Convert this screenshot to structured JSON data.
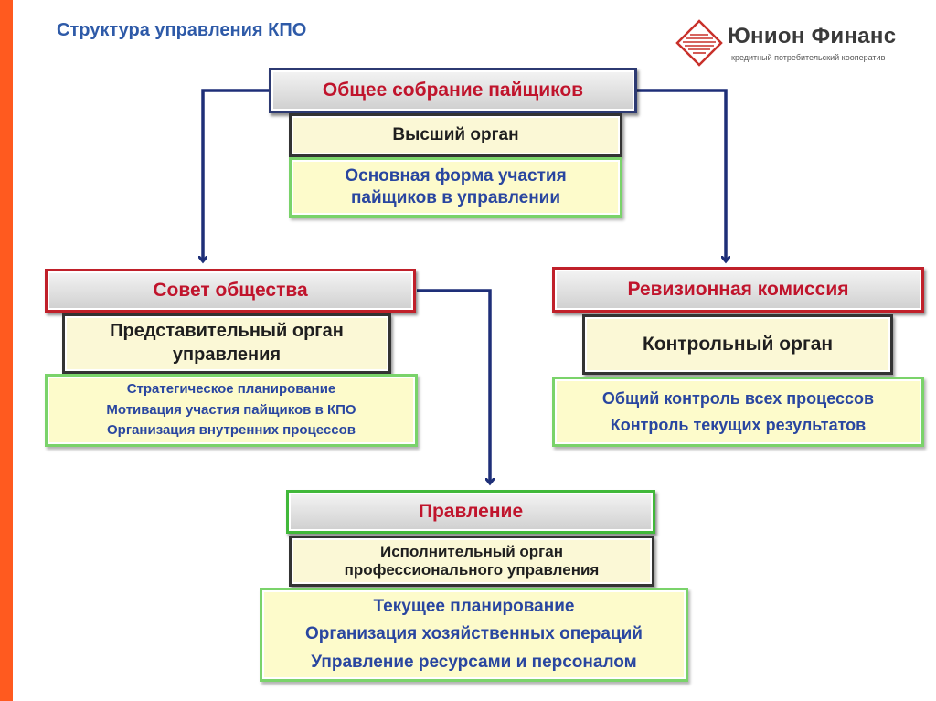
{
  "slide": {
    "title": "Структура управления КПО"
  },
  "logo": {
    "name": "Юнион Финанс",
    "tagline": "кредитный потребительский кооператив",
    "icon": "diamond-stripes-logo-icon"
  },
  "general_meeting": {
    "title": "Общее собрание пайщиков",
    "role": "Высший орган",
    "description": [
      "Основная форма участия",
      "пайщиков в управлении"
    ]
  },
  "council": {
    "title": "Совет общества",
    "role": [
      "Представительный орган",
      "управления"
    ],
    "functions": [
      "Стратегическое планирование",
      "Мотивация участия пайщиков в КПО",
      "Организация внутренних процессов"
    ]
  },
  "audit_commission": {
    "title": "Ревизионная комиссия",
    "role": "Контрольный орган",
    "functions": [
      "Общий контроль всех процессов",
      "Контроль текущих результатов"
    ]
  },
  "board": {
    "title": "Правление",
    "role": [
      "Исполнительный орган",
      "профессионального управления"
    ],
    "functions": [
      "Текущее планирование",
      "Организация хозяйственных операций",
      "Управление ресурсами и персоналом"
    ]
  },
  "colors": {
    "accent_stripe": "#ff5a1f",
    "title_blue": "#2e5aa8",
    "header_red": "#c0142c",
    "connector": "#1e2f78",
    "function_text": "#2946a0"
  }
}
